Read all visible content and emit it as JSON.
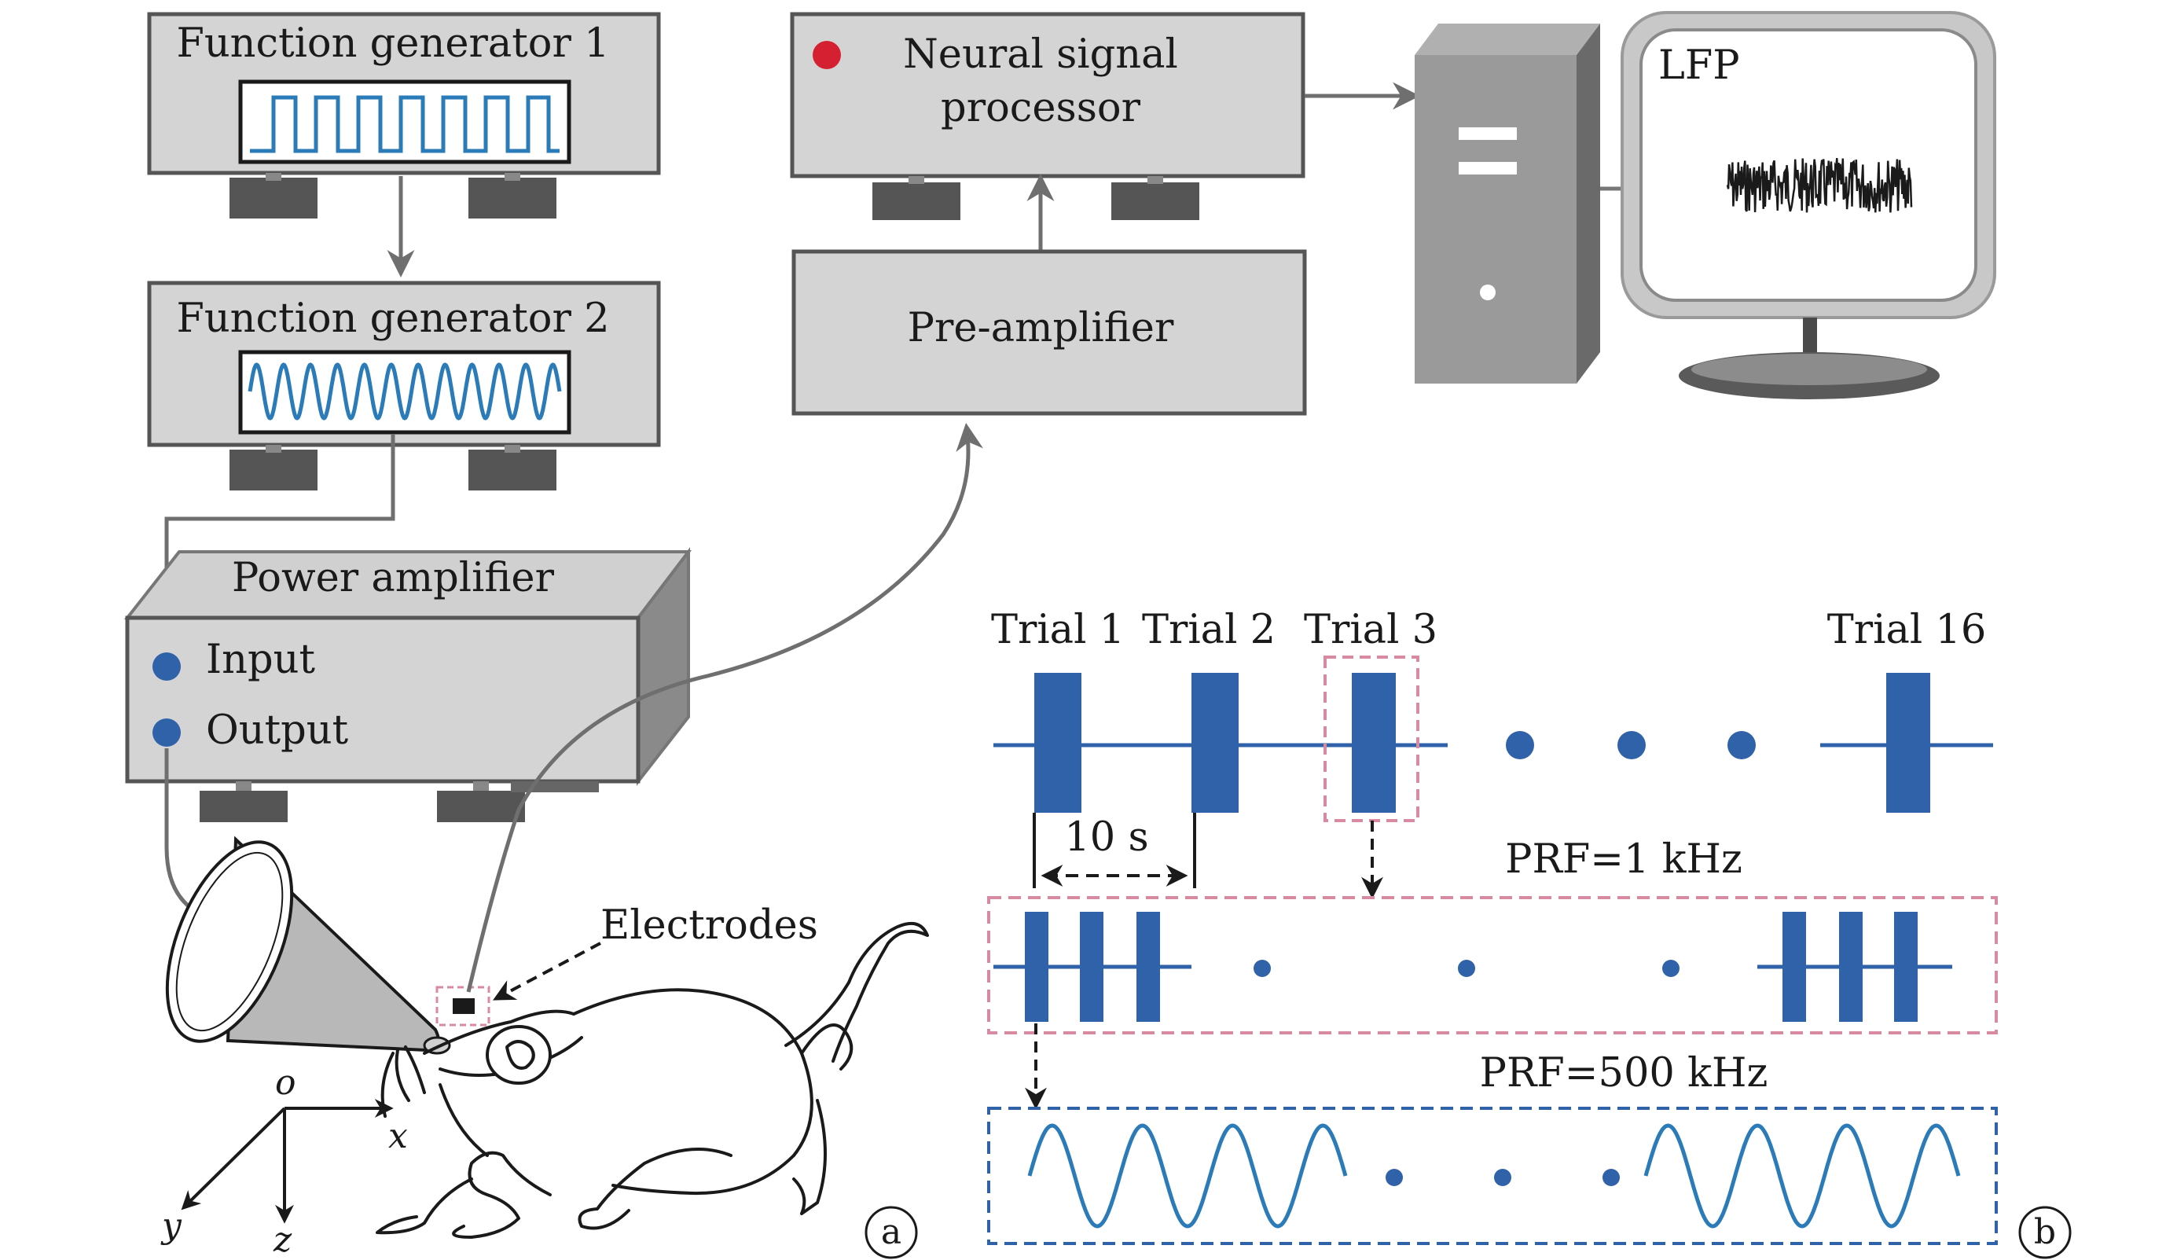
{
  "devices": {
    "fg1": "Function generator 1",
    "fg2": "Function generator 2",
    "nsp_line1": "Neural signal",
    "nsp_line2": "processor",
    "preamp": "Pre-amplifier",
    "power_amp": "Power amplifier",
    "input": "Input",
    "output": "Output",
    "lfp": "LFP",
    "electrodes": "Electrodes"
  },
  "axes": {
    "origin": "o",
    "x": "x",
    "y": "y",
    "z": "z"
  },
  "timing": {
    "trials": [
      "Trial 1",
      "Trial 2",
      "Trial 3",
      "Trial 16"
    ],
    "interval": "10 s",
    "prf1": "PRF=1 kHz",
    "prf2": "PRF=500 kHz"
  },
  "panels": {
    "a": "a",
    "b": "b"
  },
  "colors": {
    "device_fill": "#d4d4d4",
    "device_stroke": "#555555",
    "signal_blue": "#2f62a8",
    "wave_blue": "#2b7bb9",
    "pink_dash": "#d88aa0",
    "red_led": "#d42030",
    "arrow_gray": "#6f6f6f"
  }
}
